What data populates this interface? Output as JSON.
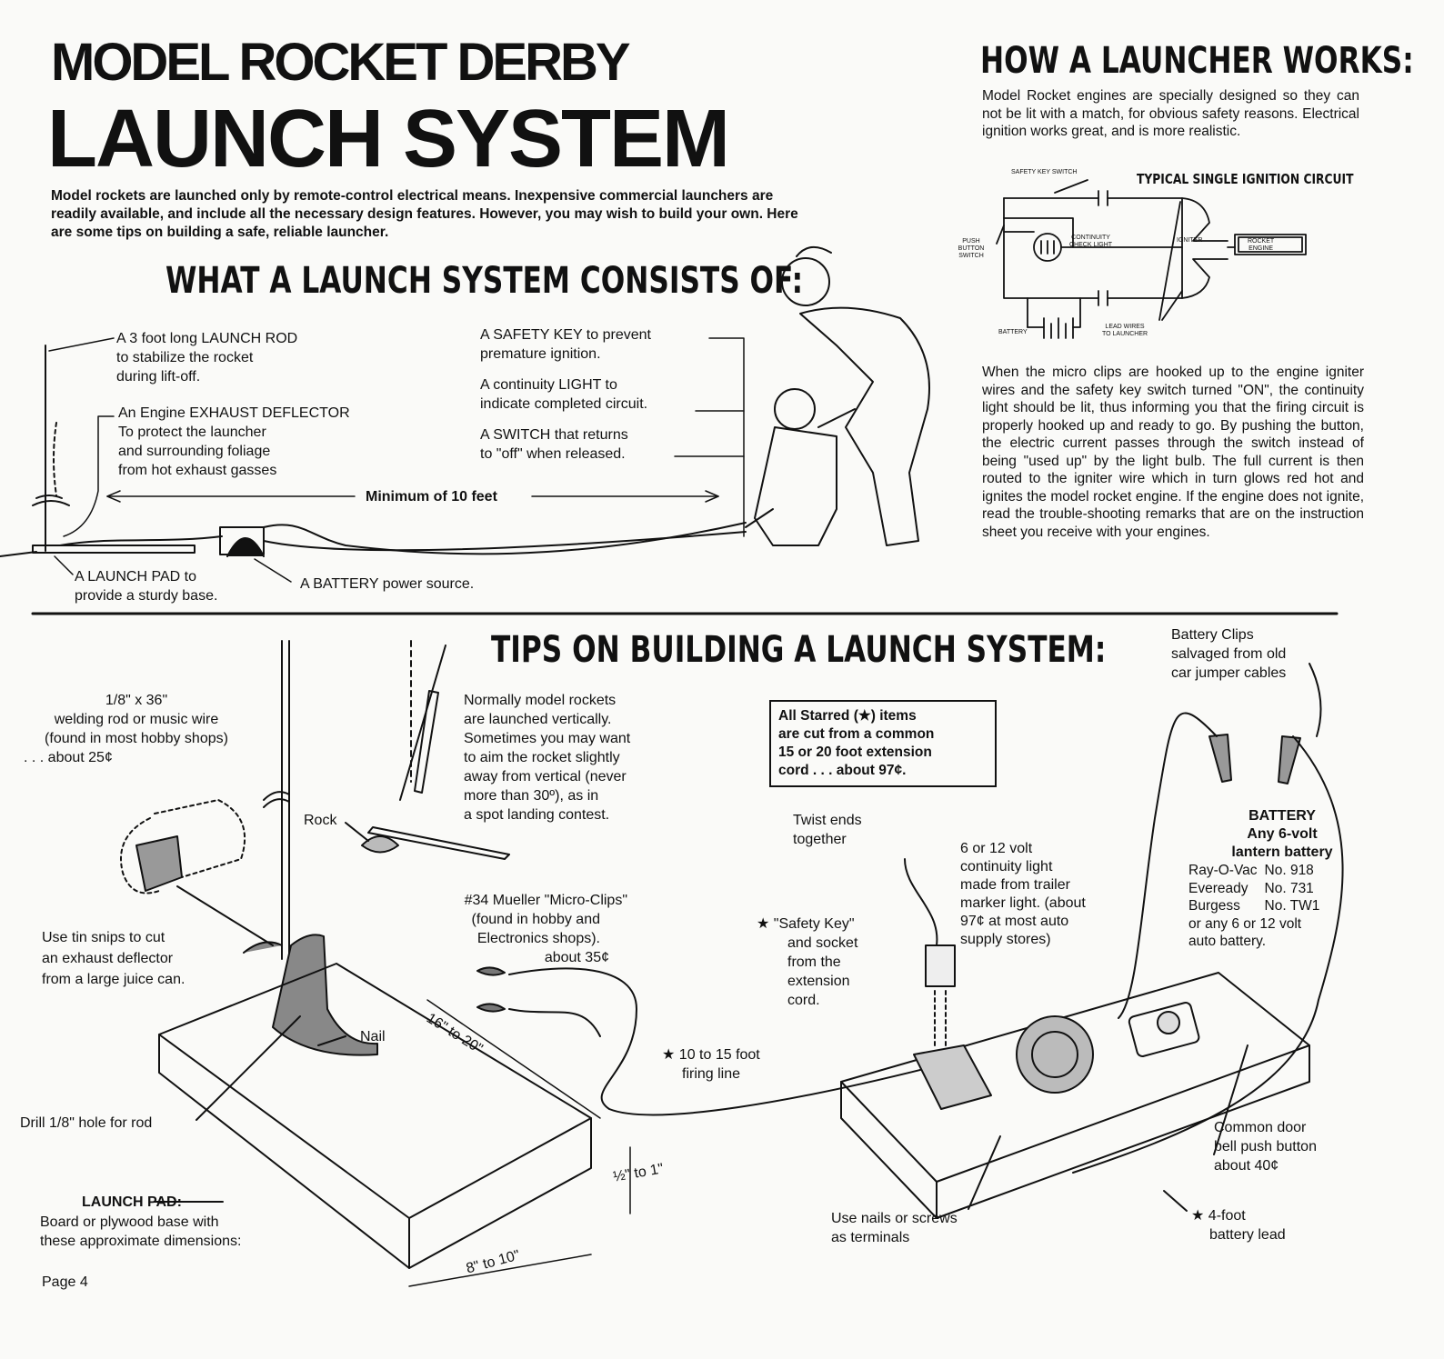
{
  "header": {
    "brand_title": "MODEL ROCKET DERBY",
    "main_title": "LAUNCH SYSTEM",
    "intro": "Model rockets are launched only by remote-control electrical means. Inexpensive commercial launchers are readily available, and include all the necessary design features. However, you may wish to build your own. Here are some tips on building a safe, reliable launcher."
  },
  "consists": {
    "heading": "WHAT A LAUNCH SYSTEM CONSISTS OF:",
    "rod": [
      "A 3 foot long LAUNCH ROD",
      "to stabilize the rocket",
      "during lift-off."
    ],
    "deflector": [
      "An Engine EXHAUST DEFLECTOR",
      "To protect the launcher",
      "and surrounding foliage",
      "from hot exhaust gasses"
    ],
    "safety_key": [
      "A SAFETY KEY to prevent",
      "premature ignition."
    ],
    "light": [
      "A continuity LIGHT to",
      "indicate completed circuit."
    ],
    "switch": [
      "A SWITCH that returns",
      "to \"off\" when released."
    ],
    "distance": "Minimum of 10 feet",
    "pad": [
      "A LAUNCH PAD to",
      "provide a sturdy base."
    ],
    "battery": "A BATTERY power source."
  },
  "how": {
    "heading": "HOW A LAUNCHER WORKS:",
    "intro": "Model Rocket engines are specially designed so they can not be lit with a match, for obvious safety reasons. Electrical ignition works great, and is more realistic.",
    "circuit_title": "TYPICAL SINGLE IGNITION CIRCUIT",
    "circuit_labels": {
      "safety_key_switch": "SAFETY KEY SWITCH",
      "push_button": [
        "PUSH",
        "BUTTON",
        "SWITCH"
      ],
      "continuity": [
        "CONTINUITY",
        "CHECK LIGHT"
      ],
      "igniter": "IGNITER",
      "rocket_engine": [
        "ROCKET",
        "ENGINE"
      ],
      "battery": "BATTERY",
      "lead_wires": [
        "LEAD WIRES",
        "TO LAUNCHER"
      ]
    },
    "body": "When the micro clips are hooked up to the engine igniter wires and the safety key switch turned \"ON\", the continuity light should be lit, thus informing you that the firing circuit is properly hooked up and ready to go. By pushing the button, the electric current passes through the switch instead of being \"used up\" by the light bulb. The full current is then routed to the igniter wire which in turn glows red hot and ignites the model rocket engine. If the engine does not ignite, read the trouble-shooting remarks that are on the instruction sheet you receive with your engines."
  },
  "tips": {
    "heading": "TIPS ON BUILDING A LAUNCH SYSTEM:",
    "rod_label": [
      "1/8\" x 36\"",
      "welding rod or music wire",
      "(found in most hobby shops)",
      ". . . about 25¢"
    ],
    "vertical_note": [
      "Normally model rockets",
      "are launched vertically.",
      "Sometimes you may want",
      "to aim the rocket slightly",
      "away from vertical (never",
      "more than 30º), as in",
      "a spot landing contest."
    ],
    "rock": "Rock",
    "tin_snips": [
      "Use tin snips to cut",
      "an exhaust deflector",
      "from a large juice can."
    ],
    "nail": "Nail",
    "drill": "Drill 1/8\" hole for rod",
    "pad_title": "LAUNCH PAD:",
    "pad_desc": [
      "Board or plywood base with",
      "these approximate dimensions:"
    ],
    "dim_length": "16\" to 20\"",
    "dim_thick": "½\" to 1\"",
    "dim_width": "8\" to 10\"",
    "clips": [
      "#34 Mueller \"Micro-Clips\"",
      "(found in hobby and",
      "Electronics shops).",
      "about 35¢"
    ],
    "firing_line": [
      "★ 10 to 15 foot",
      "firing line"
    ],
    "starred_box": [
      "All Starred (★) items",
      "are cut from a common",
      "15 or 20 foot extension",
      "cord . . . about 97¢."
    ],
    "twist": [
      "Twist ends",
      "together"
    ],
    "safety_key": [
      "★ \"Safety Key\"",
      "and socket",
      "from the",
      "extension",
      "cord."
    ],
    "continuity_light": [
      "6 or 12 volt",
      "continuity light",
      "made from trailer",
      "marker light. (about",
      "97¢ at most auto",
      "supply stores)"
    ],
    "battery_clips": [
      "Battery Clips",
      "salvaged from old",
      "car jumper cables"
    ],
    "battery_title": [
      "BATTERY",
      "Any 6-volt",
      "lantern battery"
    ],
    "battery_brands": [
      [
        "Ray-O-Vac",
        "No. 918"
      ],
      [
        "Eveready",
        "No. 731"
      ],
      [
        "Burgess",
        "No. TW1"
      ]
    ],
    "battery_alt": [
      "or any 6 or 12 volt",
      "auto battery."
    ],
    "nails_terminals": [
      "Use nails or screws",
      "as terminals"
    ],
    "door_bell": [
      "Common door",
      "bell push button",
      "about 40¢"
    ],
    "battery_lead": [
      "★ 4-foot",
      "battery lead"
    ]
  },
  "footer": {
    "page": "Page 4"
  }
}
